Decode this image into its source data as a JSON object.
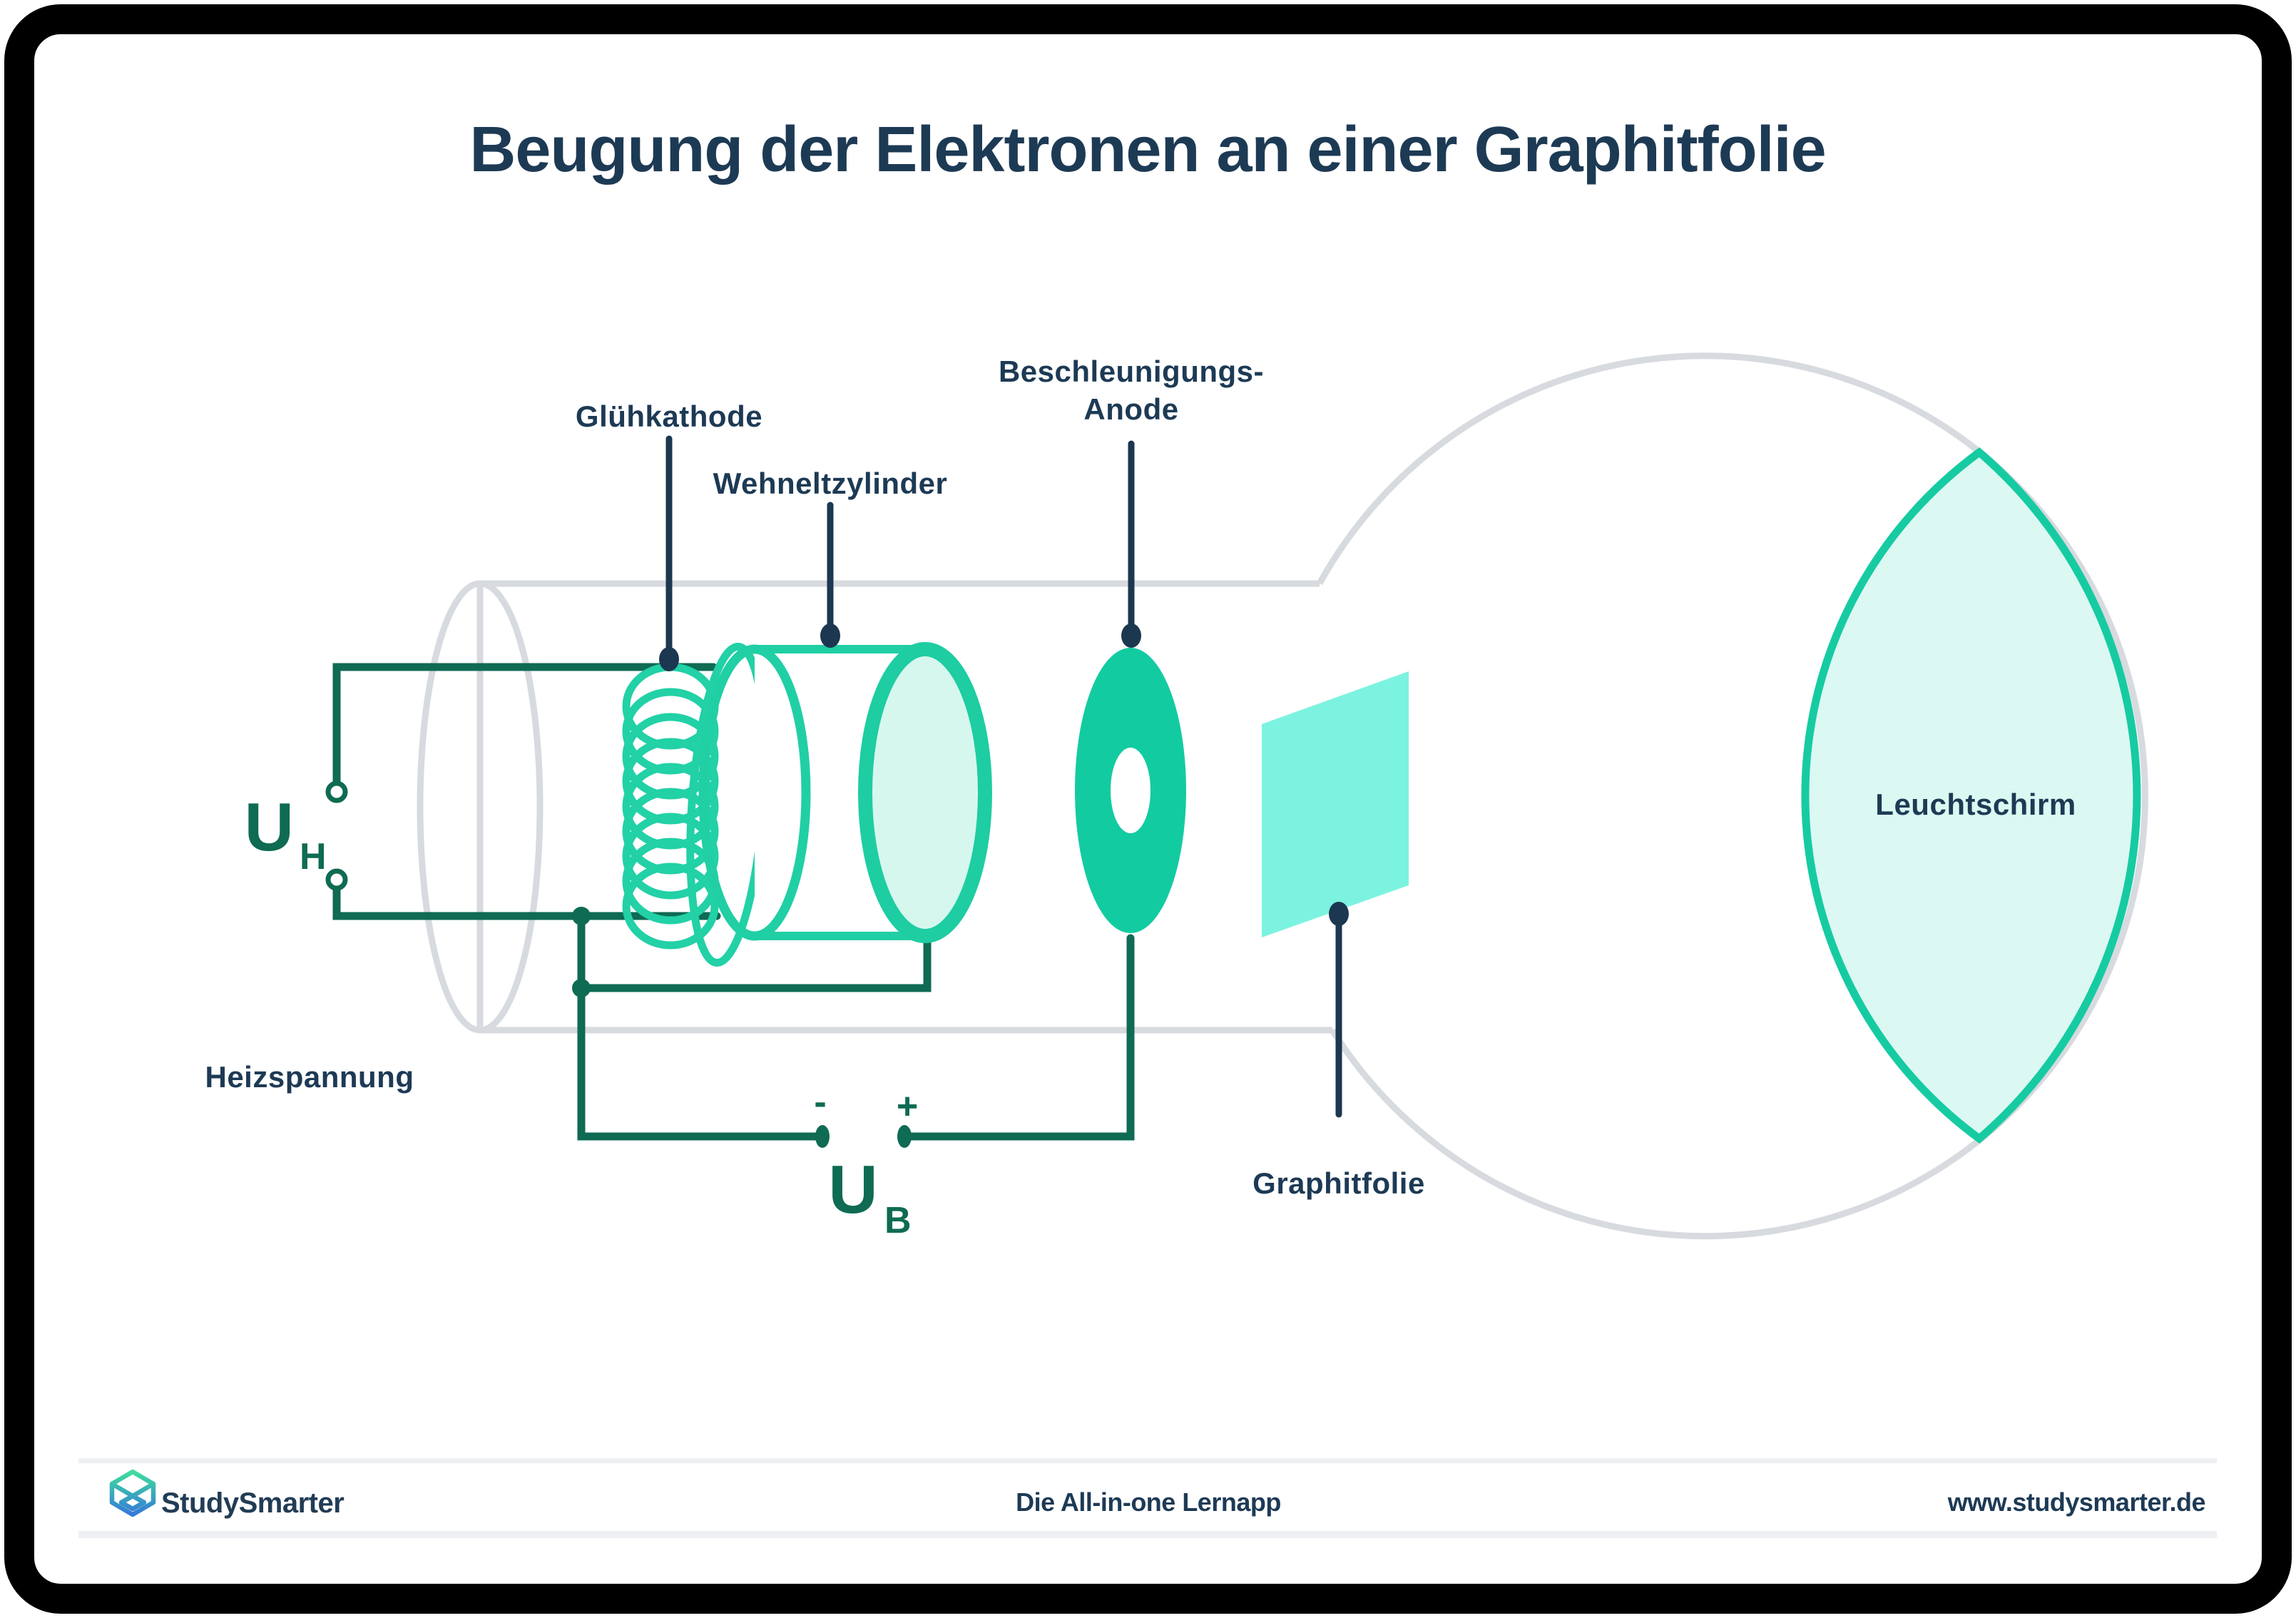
{
  "title": "Beugung der Elektronen an einer Graphitfolie",
  "diagram": {
    "labels": {
      "gluehkathode": "Glühkathode",
      "wehneltzylinder": "Wehneltzylinder",
      "beschleunigungs_anode_line1": "Beschleunigungs-",
      "beschleunigungs_anode_line2": "Anode",
      "leuchtschirm": "Leuchtschirm",
      "heizspannung": "Heizspannung",
      "graphitfolie": "Graphitfolie"
    },
    "voltages": {
      "heater_symbol": "U",
      "heater_subscript": "H",
      "acceleration_symbol": "U",
      "acceleration_subscript": "B",
      "minus_sign": "-",
      "plus_sign": "+"
    },
    "colors": {
      "navy_text": "#1d3a55",
      "circuit_green": "#0f6b53",
      "component_teal": "#21d0a5",
      "anode_teal": "#13cba1",
      "foil_aqua": "#7cf3e0",
      "screen_mint": "#dcf8f2",
      "tube_gray": "#d7dade"
    }
  },
  "footer": {
    "brand": "StudySmarter",
    "tagline": "Die All-in-one Lernapp",
    "website": "www.studysmarter.de",
    "logo_icon": "studysmarter-box-icon"
  }
}
